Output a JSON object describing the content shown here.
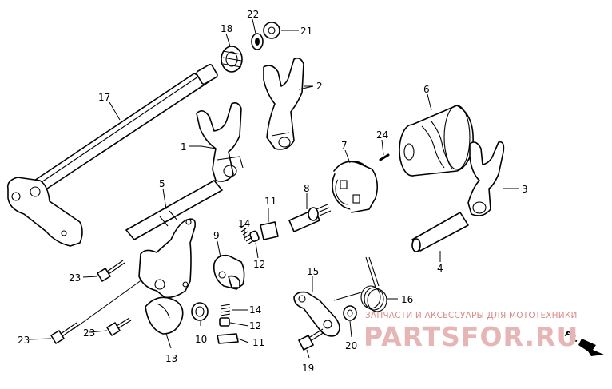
{
  "diagram": {
    "labels": {
      "p1": "1",
      "p2": "2",
      "p3": "3",
      "p4": "4",
      "p5": "5",
      "p6": "6",
      "p7": "7",
      "p8": "8",
      "p9": "9",
      "p10": "10",
      "p11a": "11",
      "p11b": "11",
      "p12a": "12",
      "p12b": "12",
      "p13": "13",
      "p14a": "14",
      "p14b": "14",
      "p15": "15",
      "p16": "16",
      "p17": "17",
      "p18": "18",
      "p19": "19",
      "p20": "20",
      "p21": "21",
      "p22": "22",
      "p23a": "23",
      "p23b": "23",
      "p23c": "23",
      "p24": "24"
    },
    "front_marker": "FR."
  },
  "watermark": {
    "tagline": "ЗАПЧАСТИ И АКСЕССУАРЫ ДЛЯ МОТОТЕХНИКИ",
    "logo": "PARTSFOR.RU"
  },
  "colors": {
    "ink": "#000000",
    "watermark": "#e6b5b5",
    "background": "#ffffff"
  }
}
